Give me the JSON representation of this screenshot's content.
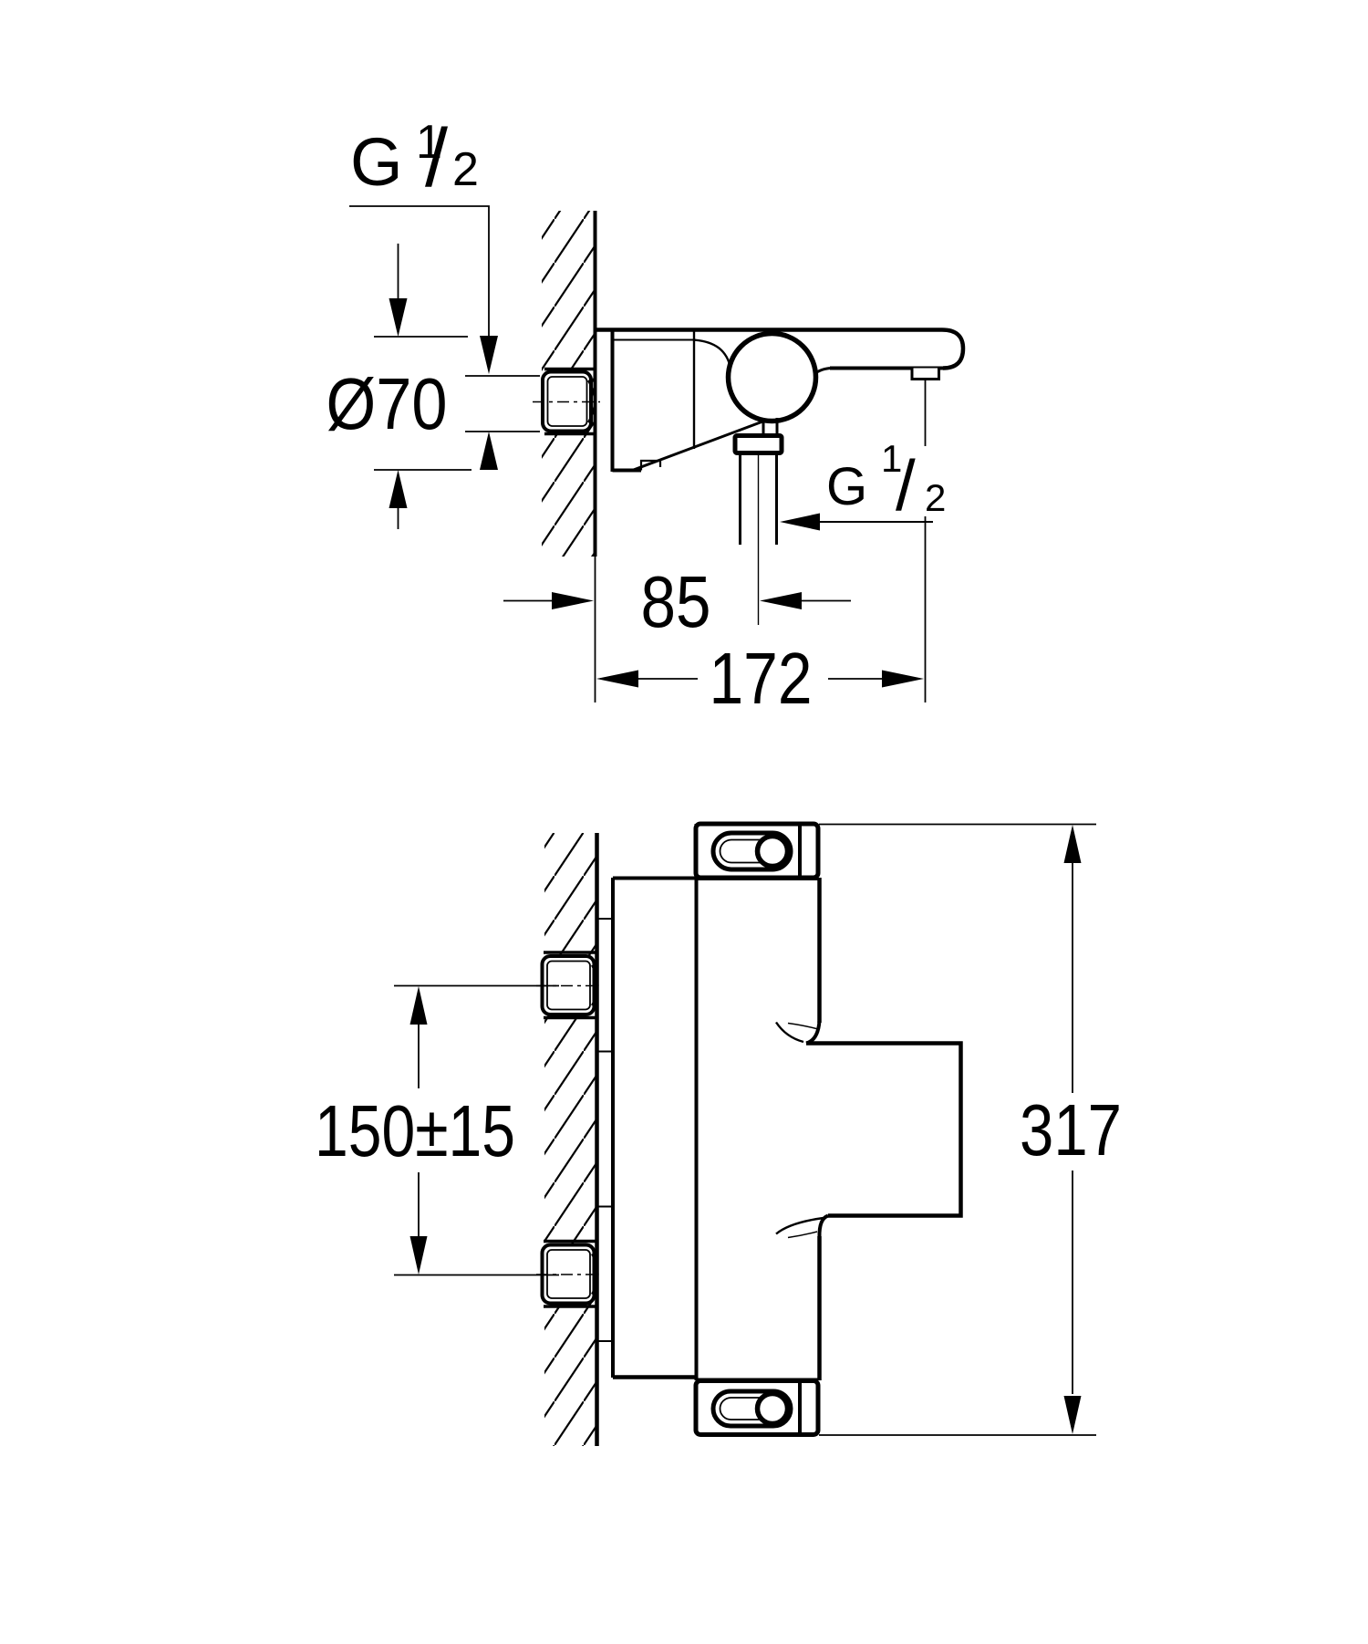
{
  "drawing": {
    "background": "#ffffff",
    "line_color": "#000000",
    "top_view": {
      "wall_thread_label": {
        "prefix": "G",
        "numerator": "1",
        "slash": "/",
        "denominator": "2"
      },
      "escutcheon_diameter": "Ø70",
      "outlet_thread_label": {
        "prefix": "G",
        "numerator": "1",
        "slash": "/",
        "denominator": "2"
      },
      "outlet_offset": "85",
      "total_projection": "172"
    },
    "front_view": {
      "supply_spacing": "150±15",
      "total_height": "317"
    }
  }
}
